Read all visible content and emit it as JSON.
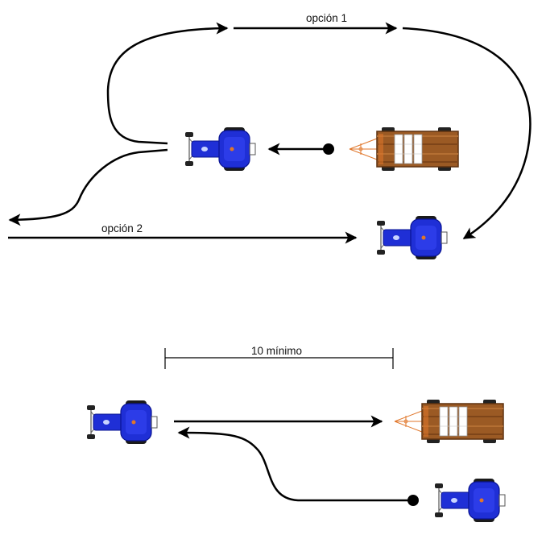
{
  "labels": {
    "option_1": "opción 1",
    "option_2": "opción 2",
    "min_distance": "10 mínimo"
  },
  "colors": {
    "tractor_body": "#1f2fd6",
    "tractor_dark": "#0a1490",
    "trailer_wood": "#9b5a24",
    "trailer_edge": "#5e3210",
    "hitch": "#e0762a",
    "arrow": "#000000"
  },
  "icons": [
    "tractor-icon",
    "trailer-icon",
    "arrow-icon",
    "start-point-icon",
    "dimension-line-icon"
  ]
}
